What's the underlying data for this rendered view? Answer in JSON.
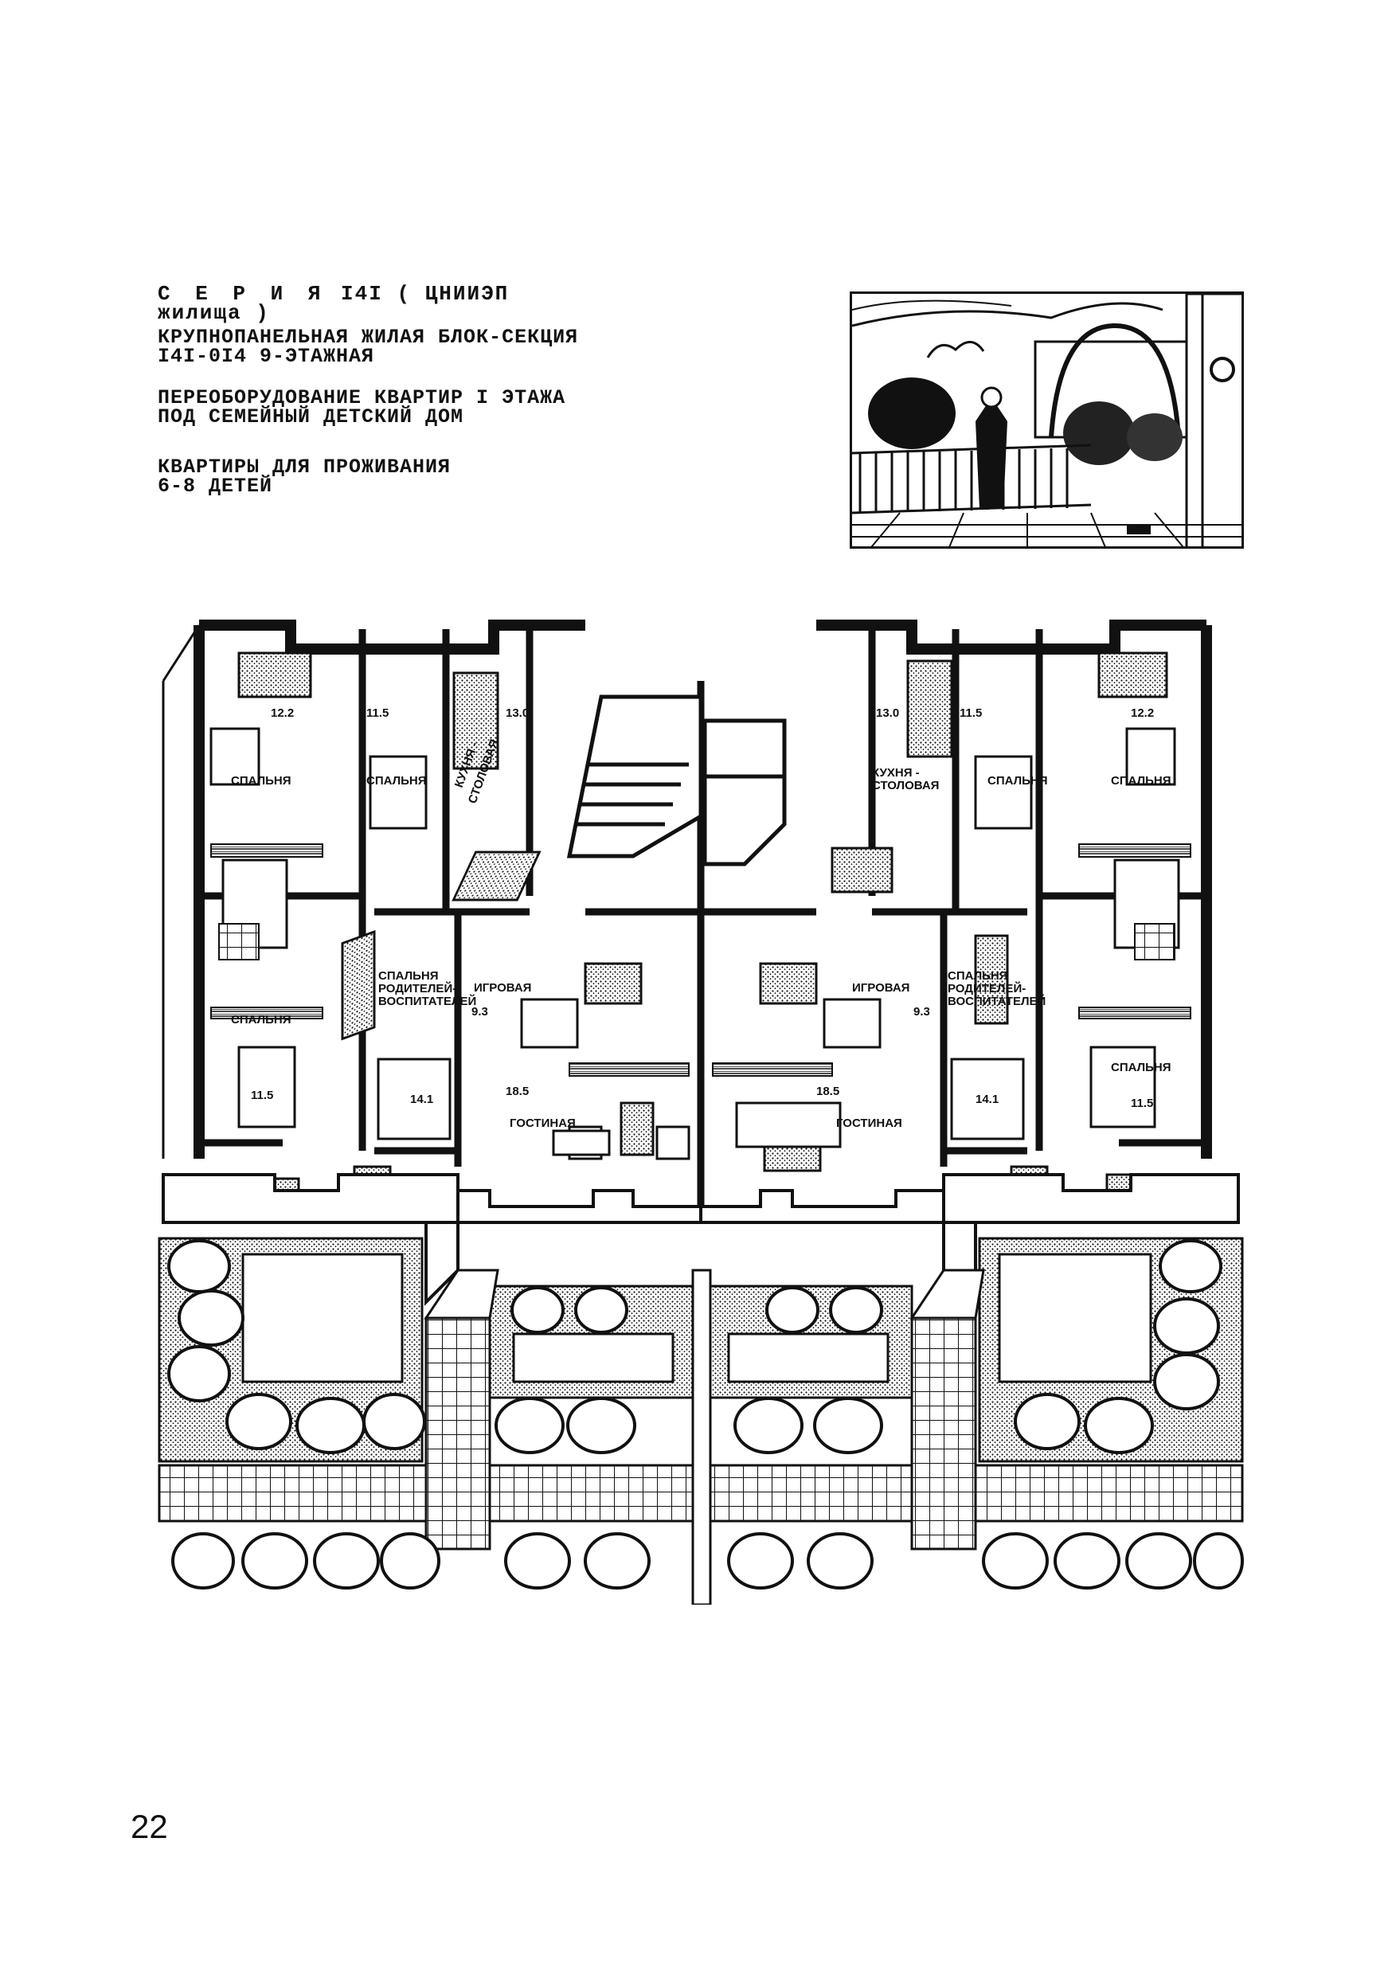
{
  "header": {
    "series_word": "С Е Р И Я",
    "series_number": "I4I",
    "series_org": "( ЦНИИЭП жилища )",
    "block_line1": "КРУПНОПАНЕЛЬНАЯ ЖИЛАЯ БЛОК-СЕКЦИЯ",
    "block_line2": "I4I-0I4 9-ЭТАЖНАЯ",
    "conv_line1": "ПЕРЕОБОРУДОВАНИЕ КВАРТИР I ЭТАЖА",
    "conv_line2": "ПОД СЕМЕЙНЫЙ ДЕТСКИЙ ДОМ",
    "apt_line1": "КВАРТИРЫ ДЛЯ ПРОЖИВАНИЯ",
    "apt_line2": "6-8 ДЕТЕЙ"
  },
  "plan": {
    "rooms": {
      "bedroom": "СПАЛЬНЯ",
      "kitchen_l1": "КУХНЯ -",
      "kitchen_l2": "СТОЛОВАЯ",
      "playroom": "ИГРОВАЯ",
      "parents_l1": "СПАЛЬНЯ",
      "parents_l2": "РОДИТЕЛЕЙ-",
      "parents_l3": "ВОСПИТАТЕЛЕЙ",
      "living": "ГОСТИНАЯ"
    },
    "areas": {
      "a122": "12.2",
      "a115": "11.5",
      "a130": "13.0",
      "a93": "9.3",
      "a185": "18.5",
      "a141": "14.1"
    }
  },
  "page_number": "22"
}
